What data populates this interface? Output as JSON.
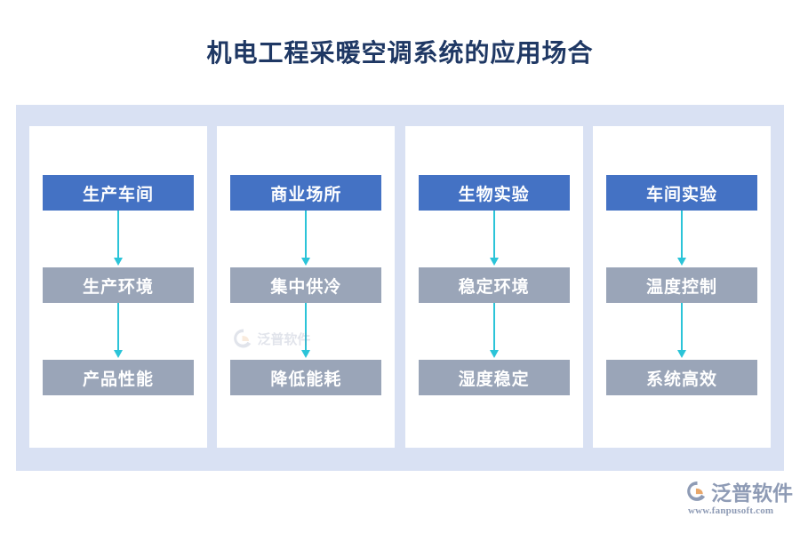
{
  "page": {
    "title": "机电工程采暖空调系统的应用场合",
    "background_color": "#ffffff"
  },
  "theme": {
    "title_color": "#1f3864",
    "frame_color": "#d9e1f3",
    "panel_color": "#ffffff",
    "primary_box_color": "#4472c4",
    "secondary_box_color": "#9aa5b8",
    "arrow_color": "#2bc4d8",
    "box_text_color": "#ffffff",
    "logo_color": "#8e9bb5",
    "logo_accent_color": "#e8a76a"
  },
  "diagram": {
    "type": "flow-columns",
    "columns": [
      {
        "header": "生产车间",
        "steps": [
          "生产环境",
          "产品性能"
        ]
      },
      {
        "header": "商业场所",
        "steps": [
          "集中供冷",
          "降低能耗"
        ]
      },
      {
        "header": "生物实验",
        "steps": [
          "稳定环境",
          "湿度稳定"
        ]
      },
      {
        "header": "车间实验",
        "steps": [
          "温度控制",
          "系统高效"
        ]
      }
    ]
  },
  "watermark": {
    "text": "泛普软件"
  },
  "logo": {
    "name": "泛普软件",
    "url": "www.fanpusoft.com"
  }
}
